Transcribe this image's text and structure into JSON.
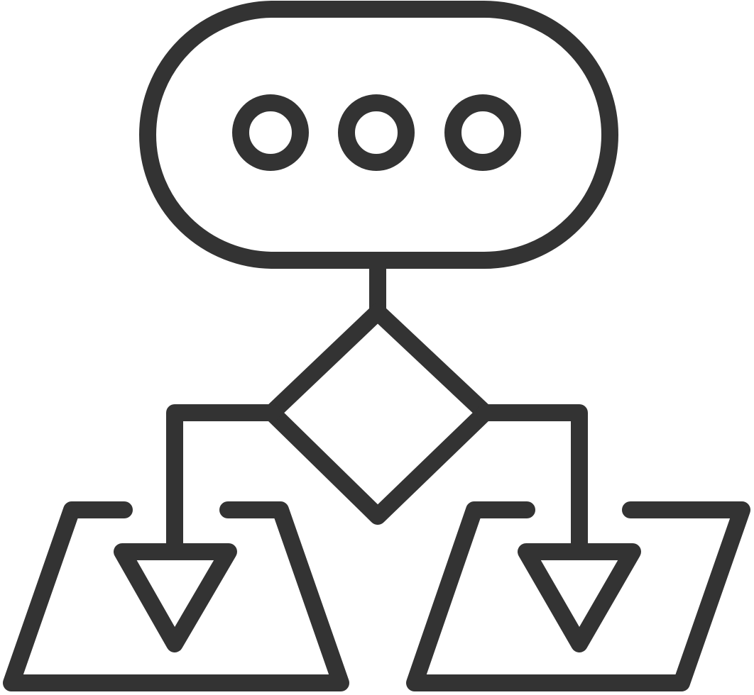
{
  "icon": {
    "name": "flowchart-decision-icon",
    "stroke_color": "#333333",
    "background": "#ffffff",
    "parts": [
      "start-terminal-with-three-dots",
      "decision-diamond",
      "left-branch-arrow",
      "right-branch-arrow",
      "left-trapezoid-output",
      "right-parallelogram-output"
    ]
  }
}
